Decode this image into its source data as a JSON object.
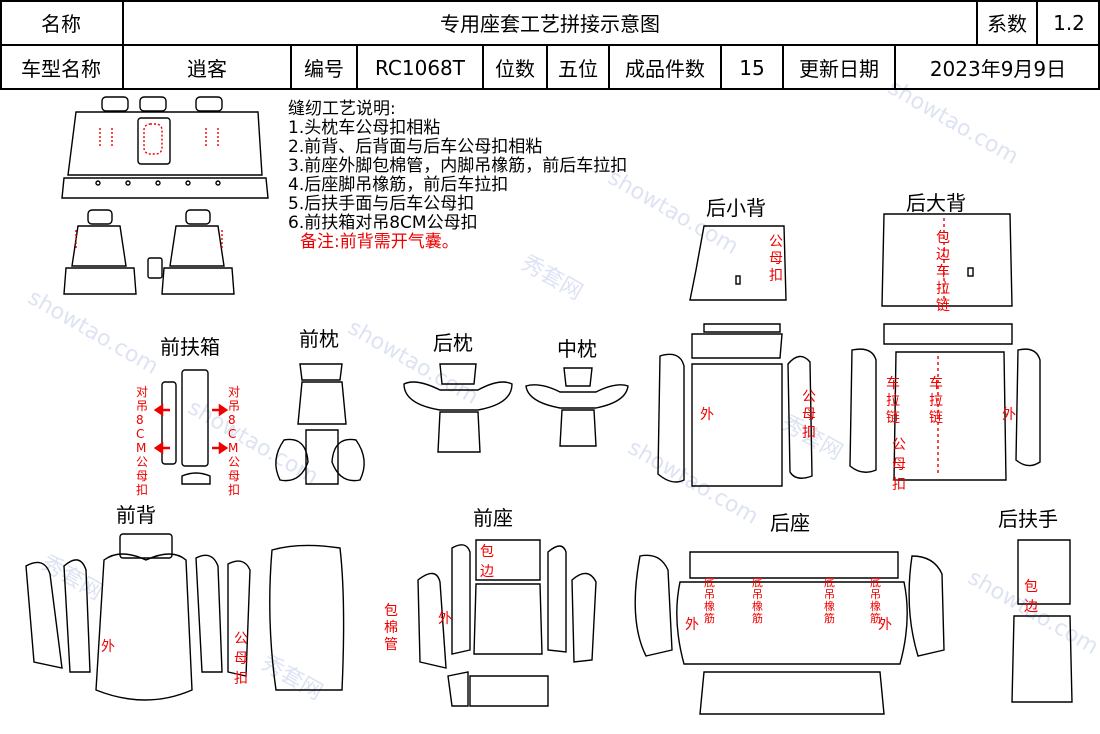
{
  "header": {
    "name_label": "名称",
    "title": "专用座套工艺拼接示意图",
    "coef_label": "系数",
    "coef_value": "1.2",
    "model_label": "车型名称",
    "model_value": "逍客",
    "code_label": "编号",
    "code_value": "RC1068T",
    "seats_label": "位数",
    "seats_value": "五位",
    "pieces_label": "成品件数",
    "pieces_value": "15",
    "date_label": "更新日期",
    "date_value": "2023年9月9日"
  },
  "notes": {
    "title": "缝纫工艺说明:",
    "items": [
      "1.头枕车公母扣相粘",
      "2.前背、后背面与后车公母扣相粘",
      "3.前座外脚包棉管，内脚吊橡筋，前后车拉扣",
      "4.后座脚吊橡筋，前后车拉扣",
      "5.后扶手面与后车公母扣",
      "6.前扶箱对吊8CM公母扣"
    ],
    "remark": "备注:前背需开气囊。"
  },
  "sections": {
    "front_armbox": "前扶箱",
    "front_headrest": "前枕",
    "rear_headrest": "后枕",
    "middle_headrest": "中枕",
    "rear_small_back": "后小背",
    "rear_big_back": "后大背",
    "front_back": "前背",
    "front_seat": "前座",
    "rear_seat": "后座",
    "rear_armrest": "后扶手"
  },
  "annotations": {
    "hang_8cm": "对吊8CM公母扣",
    "snap": "公母扣",
    "outer": "外",
    "edge": "包边",
    "edge_zipper": "包边车拉链",
    "zipper": "车拉链",
    "cotton_tube": "包棉管",
    "bottom_elastic": "底吊橡筋"
  },
  "watermark": {
    "brand_cn": "秀套网",
    "brand_en": "showtao.com"
  },
  "colors": {
    "annotation": "#e00000",
    "line": "#000000",
    "watermark": "#cfd8ef"
  }
}
